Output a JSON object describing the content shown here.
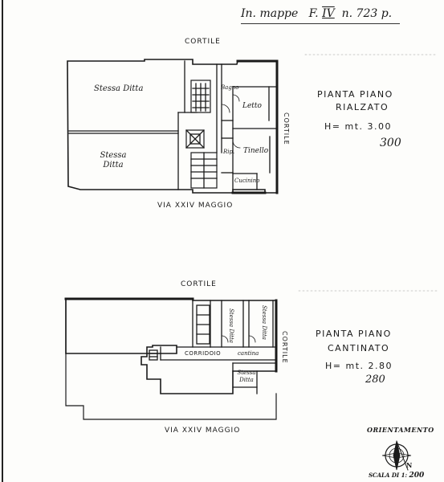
{
  "header": {
    "prefix": "In. mappe",
    "folio_label": "F.",
    "folio_number": "IV",
    "particle_label": "n.",
    "particle_number": "723 p."
  },
  "upper_floor": {
    "top_street": "CORTILE",
    "side_street": "CORTILE",
    "bottom_street": "VIA XXIV MAGGIO",
    "rooms": {
      "left_top": "Stessa Ditta",
      "left_bottom": "Stessa Ditta",
      "bagno": "Bagno",
      "letto": "Letto",
      "tinello": "Tinello",
      "rip": "Rip.",
      "cucinino": "Cucinino"
    },
    "title_line1": "PIANTA PIANO",
    "title_line2": "RIALZATO",
    "height_label": "H= mt.",
    "height_value": "3.00",
    "height_handwritten": "300"
  },
  "lower_floor": {
    "top_street": "CORTILE",
    "side_street": "CORTILE",
    "bottom_street": "VIA XXIV MAGGIO",
    "rooms": {
      "stessa_a": "Stessa Ditta",
      "stessa_b": "Stessa Ditta",
      "stessa_c": "Stessa Ditta",
      "corridoio": "CORRIDOIO",
      "cantina": "cantina"
    },
    "title_line1": "PIANTA PIANO",
    "title_line2": "CANTINATO",
    "height_label": "H= mt.",
    "height_value": "2.80",
    "height_handwritten": "280"
  },
  "compass": {
    "title": "ORIENTAMENTO",
    "north_letter": "N"
  },
  "scale": {
    "label": "SCALA DI 1:",
    "value": "200"
  }
}
